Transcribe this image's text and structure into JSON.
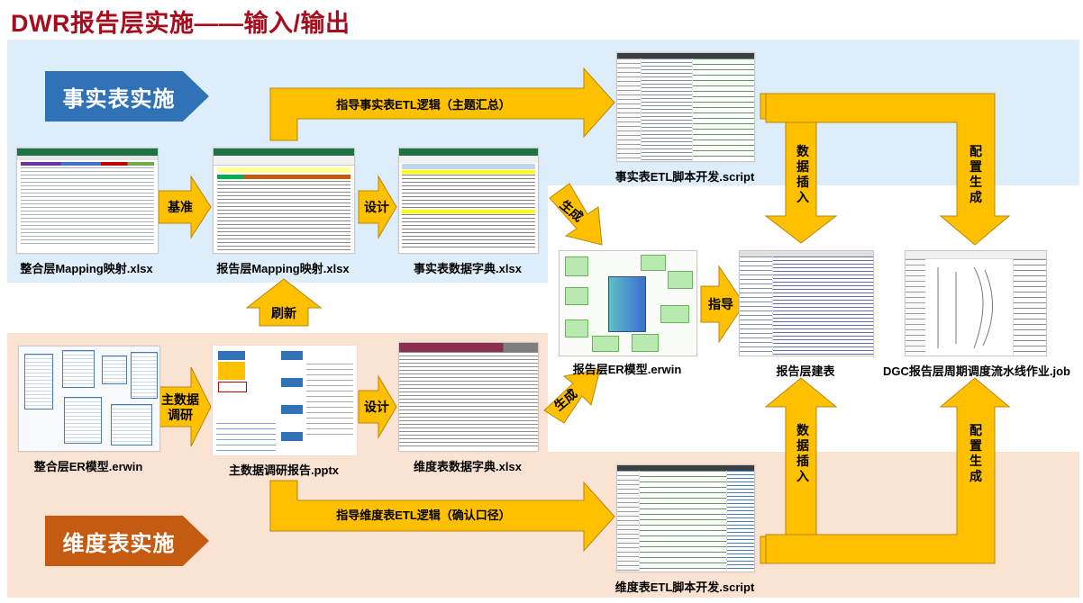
{
  "title": "DWR报告层实施——输入/输出",
  "sections": {
    "fact": "事实表实施",
    "dim": "维度表实施"
  },
  "captions": {
    "integrated_mapping": "整合层Mapping映射.xlsx",
    "report_mapping": "报告层Mapping映射.xlsx",
    "fact_dict": "事实表数据字典.xlsx",
    "fact_etl": "事实表ETL脚本开发.script",
    "integrated_er": "整合层ER模型.erwin",
    "md_report": "主数据调研报告.pptx",
    "dim_dict": "维度表数据字典.xlsx",
    "report_er": "报告层ER模型.erwin",
    "report_table": "报告层建表",
    "dgc_job": "DGC报告层周期调度流水线作业.job",
    "dim_etl": "维度表ETL脚本开发.script"
  },
  "arrows": {
    "baseline": "基准",
    "design1": "设计",
    "refresh": "刷新",
    "md_research": "主数据\n调研",
    "design2": "设计",
    "generate1": "生成",
    "generate2": "生成",
    "guide": "指导",
    "fact_etl_guide": "指导事实表ETL逻辑（主题汇总）",
    "dim_etl_guide": "指导维度表ETL逻辑（确认口径）",
    "data_insert_top": "数\n据\n插\n入",
    "config_gen_top": "配\n置\n生\n成",
    "data_insert_bottom": "数\n据\n插\n入",
    "config_gen_bottom": "配\n置\n生\n成"
  },
  "colors": {
    "title": "#a50d1e",
    "fact_band": "#ddeefa",
    "dim_band": "#fbe3d4",
    "fact_tag": "#2f72b7",
    "dim_tag": "#c55a11",
    "arrow_fill": "#ffc000",
    "arrow_stroke": "#b8860b"
  },
  "icons": [
    "spreadsheet-thumbnail",
    "er-diagram-thumbnail",
    "slides-thumbnail",
    "code-editor-thumbnail"
  ]
}
